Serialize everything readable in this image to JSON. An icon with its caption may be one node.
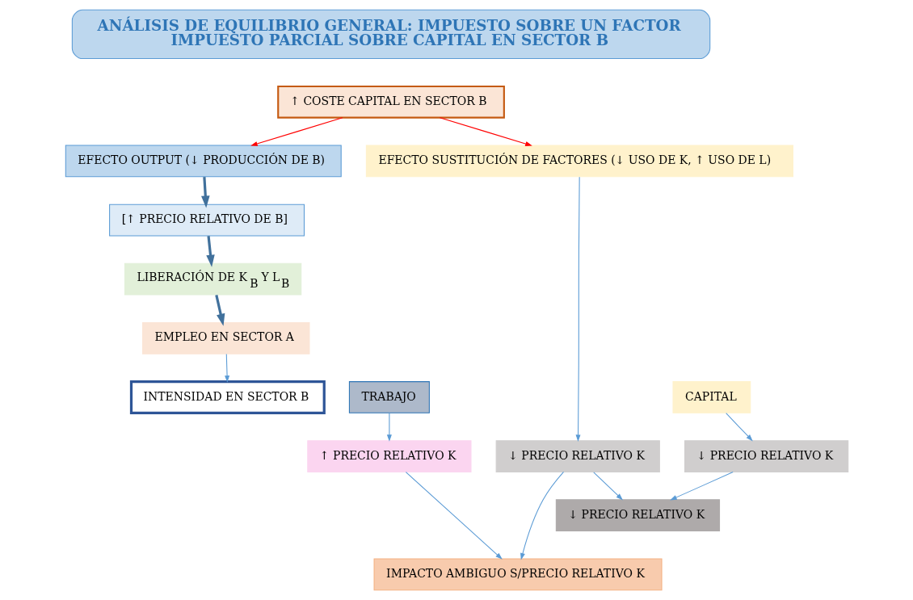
{
  "diagram": {
    "nodes": [
      {
        "text": [
          "ANÁLISIS DE EQUILIBRIO GENERAL: IMPUESTO SOBRE UN FACTOR",
          "IMPUESTO PARCIAL SOBRE CAPITAL EN SECTOR B"
        ]
      },
      {
        "text": [
          "↑ COSTE CAPITAL EN SECTOR B"
        ]
      },
      {
        "text": [
          "EFECTO OUTPUT (↓ PRODUCCIÓN DE B)"
        ]
      },
      {
        "text": [
          "EFECTO SUSTITUCIÓN DE FACTORES (↓ USO DE K, ↑ USO DE L)"
        ]
      },
      {
        "text": [
          "[↑ PRECIO RELATIVO DE B]"
        ]
      },
      {
        "text": [
          "LIBERACIÓN DE K$_{B}$ Y L$_{B}$"
        ]
      },
      {
        "text": [
          "EMPLEO EN SECTOR A"
        ]
      },
      {
        "text": [
          "TRABAJO"
        ]
      },
      {
        "text": [
          "INTENSIDAD EN SECTOR B"
        ]
      },
      {
        "text": [
          "CAPITAL"
        ]
      },
      {
        "text": [
          "↑ PRECIO RELATIVO K"
        ]
      },
      {
        "text": [
          "↓ PRECIO RELATIVO K"
        ]
      },
      {
        "text": [
          "↓ PRECIO RELATIVO K"
        ]
      },
      {
        "text": [
          "↓ PRECIO RELATIVO K"
        ]
      },
      {
        "text": [
          "IMPACTO AMBIGUO S/PRECIO RELATIVO K"
        ]
      }
    ],
    "edges": [
      {
        "from": 1,
        "to": 2,
        "arrow": "to",
        "color": "#ff0000"
      },
      {
        "from": 1,
        "to": 3,
        "arrow": "to",
        "color": "#ff0000"
      },
      {
        "from": 2,
        "to": 4,
        "arrow": "to",
        "style": "thick",
        "color": "#41719c"
      },
      {
        "from": 4,
        "to": 5,
        "arrow": "to",
        "style": "thick",
        "color": "#41719c"
      },
      {
        "from": 5,
        "to": 6,
        "arrow": "to",
        "style": "thick",
        "color": "#41719c"
      },
      {
        "from": 6,
        "to": 8,
        "arrow": "to"
      },
      {
        "from": 7,
        "to": 10,
        "arrow": "to"
      },
      {
        "from": 9,
        "to": 11,
        "arrow": "to"
      },
      {
        "from": 3,
        "to": 12,
        "arrow": "to"
      },
      {
        "from": 11,
        "to": 13,
        "arrow": "to"
      },
      {
        "from": 12,
        "to": 13,
        "arrow": "to"
      },
      {
        "from": 10,
        "to": 14,
        "arrow": "to"
      },
      {
        "from": 12,
        "to": 14,
        "arrow": "to"
      }
    ]
  }
}
